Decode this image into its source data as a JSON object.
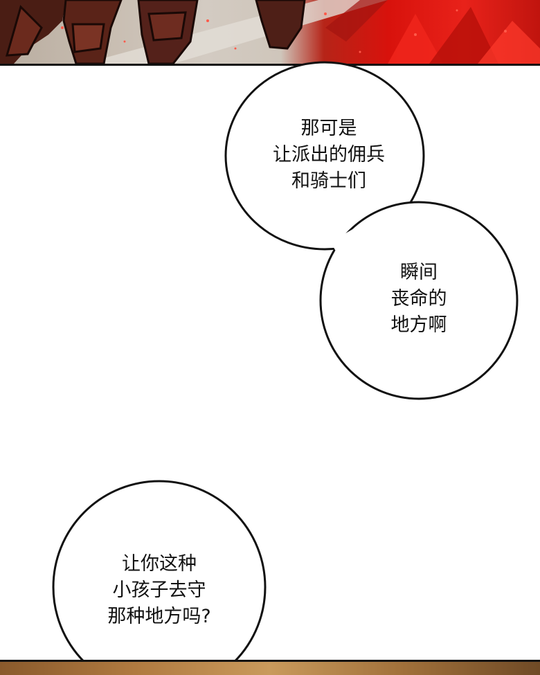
{
  "panels": {
    "top": {
      "description": "dark-armored figures in front of gray stone and red glowing background"
    },
    "bottom": {
      "description": "warm brown-toned panel edge"
    }
  },
  "bubbles": [
    {
      "text": "那可是\n让派出的佣兵\n和骑士们"
    },
    {
      "text": "瞬间\n丧命的\n地方啊"
    },
    {
      "text": "让你这种\n小孩子去守\n那种地方吗?"
    }
  ],
  "colors": {
    "bubble_fill": "#ffffff",
    "outline": "#111111",
    "accent_red": "#d8120c"
  }
}
